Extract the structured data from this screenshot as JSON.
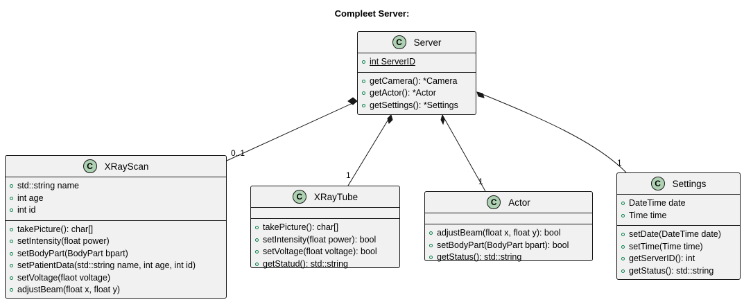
{
  "title": "Compleet Server:",
  "classes": {
    "server": {
      "name": "Server",
      "badge": "C",
      "attributes": [
        "int ServerID"
      ],
      "methods": [
        "getCamera(): *Camera",
        "getActor(): *Actor",
        "getSettings(): *Settings"
      ]
    },
    "xrayscan": {
      "name": "XRayScan",
      "badge": "C",
      "attributes": [
        "std::string name",
        "int age",
        "int id"
      ],
      "methods": [
        "takePicture(): char[]",
        "setIntensity(float power)",
        "setBodyPart(BodyPart bpart)",
        "setPatientData(std::string name, int age, int id)",
        "setVoltage(flaot voltage)",
        "adjustBeam(float x, float y)"
      ]
    },
    "xraytube": {
      "name": "XRayTube",
      "badge": "C",
      "attributes": [],
      "methods": [
        "takePicture(): char[]",
        "setIntensity(float power): bool",
        "setVoltage(float voltage): bool",
        "getStatud(): std::string"
      ]
    },
    "actor": {
      "name": "Actor",
      "badge": "C",
      "attributes": [],
      "methods": [
        "adjustBeam(float x, float y): bool",
        "setBodyPart(BodyPart bpart): bool",
        "getStatus(): std::string"
      ]
    },
    "settings": {
      "name": "Settings",
      "badge": "C",
      "attributes": [
        "DateTime date",
        "Time time"
      ],
      "methods": [
        "setDate(DateTime date)",
        "setTime(Time time)",
        "getServerID(): int",
        "getStatus(): std::string"
      ]
    }
  },
  "multiplicities": {
    "xrayscan": "0..1",
    "xraytube": "1",
    "actor": "1",
    "settings": "1"
  },
  "colors": {
    "class_fill": "#f1f1f1",
    "border": "#181818",
    "badge": "#add1b2",
    "visibility": "#038048"
  }
}
